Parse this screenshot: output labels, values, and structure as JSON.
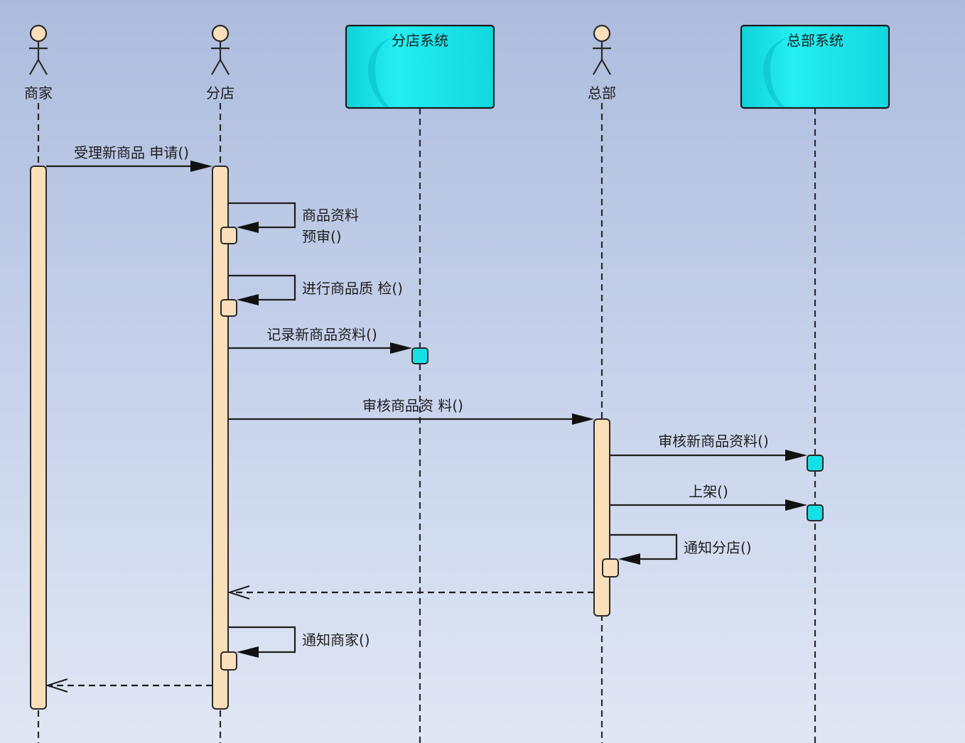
{
  "participants": [
    {
      "id": "merchant",
      "label": "商家",
      "kind": "actor"
    },
    {
      "id": "branch",
      "label": "分店",
      "kind": "actor"
    },
    {
      "id": "branch_system",
      "label": "分店系统",
      "kind": "system"
    },
    {
      "id": "hq",
      "label": "总部",
      "kind": "actor"
    },
    {
      "id": "hq_system",
      "label": "总部系统",
      "kind": "system"
    }
  ],
  "messages": [
    {
      "id": "m1",
      "from": "merchant",
      "to": "branch",
      "type": "call",
      "label": "受理新商品 申请()"
    },
    {
      "id": "m2",
      "from": "branch",
      "to": "branch",
      "type": "self",
      "label_lines": [
        "商品资料",
        "预审()"
      ]
    },
    {
      "id": "m3",
      "from": "branch",
      "to": "branch",
      "type": "self",
      "label": "进行商品质 检()"
    },
    {
      "id": "m4",
      "from": "branch",
      "to": "branch_system",
      "type": "call",
      "label": "记录新商品资料()"
    },
    {
      "id": "m5",
      "from": "branch",
      "to": "hq",
      "type": "call",
      "label": "审核商品资 料()"
    },
    {
      "id": "m6",
      "from": "hq",
      "to": "hq_system",
      "type": "call",
      "label": "审核新商品资料()"
    },
    {
      "id": "m7",
      "from": "hq",
      "to": "hq_system",
      "type": "call",
      "label": "上架()"
    },
    {
      "id": "m8",
      "from": "hq",
      "to": "hq",
      "type": "self",
      "label": "通知分店()"
    },
    {
      "id": "m9",
      "from": "hq",
      "to": "branch",
      "type": "return",
      "label": ""
    },
    {
      "id": "m10",
      "from": "branch",
      "to": "branch",
      "type": "self",
      "label": "通知商家()"
    },
    {
      "id": "m11",
      "from": "branch",
      "to": "merchant",
      "type": "return",
      "label": ""
    }
  ],
  "colors": {
    "system_box": "#16e0e6",
    "activation": "#fbdfba",
    "background_top": "#adbcde",
    "background_bottom": "#e0e7f4"
  }
}
